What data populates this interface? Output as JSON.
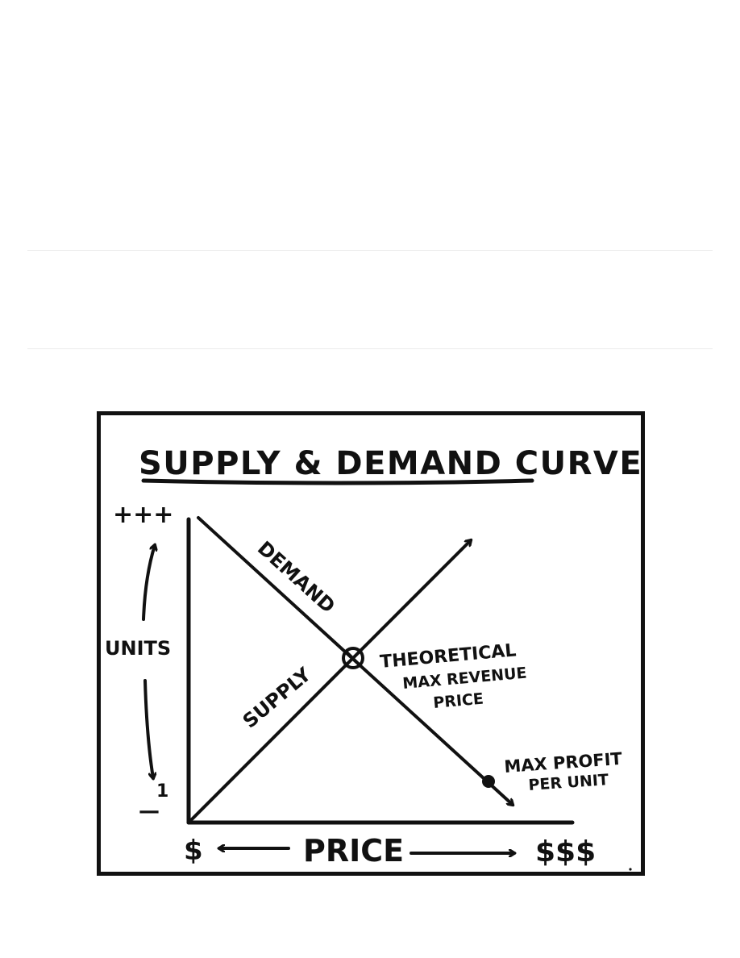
{
  "diagram": {
    "title": "SUPPLY & DEMAND CURVE",
    "y_axis": {
      "label": "UNITS",
      "top_marker": "+++",
      "bottom_marker": "1",
      "minus_marker": "—"
    },
    "x_axis": {
      "label": "PRICE",
      "left_marker": "$",
      "right_marker": "$$$"
    },
    "lines": {
      "demand": "DEMAND",
      "supply": "SUPPLY"
    },
    "annotations": {
      "intersection": [
        "THEORETICAL",
        "MAX REVENUE",
        "PRICE"
      ],
      "max_profit": [
        "MAX PROFIT",
        "PER UNIT"
      ]
    },
    "colors": {
      "ink": "#111111",
      "background": "#ffffff",
      "divider": "#ececec"
    }
  }
}
